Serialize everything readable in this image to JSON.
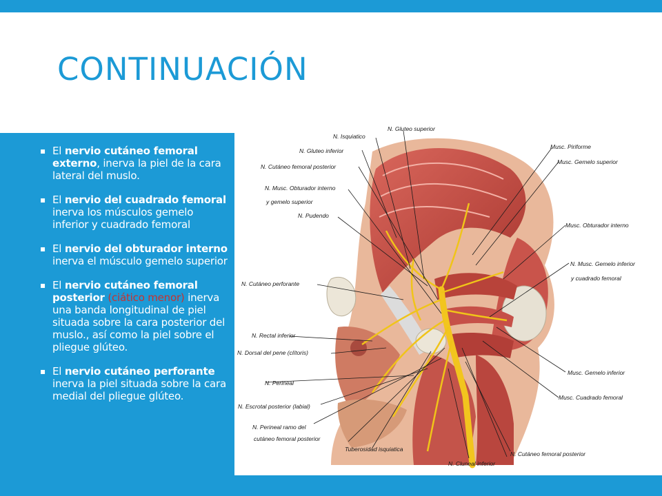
{
  "slide": {
    "title": "CONTINUACIÓN",
    "accent_color": "#1c9ad6",
    "bullet_glyph": "▪",
    "bullets": [
      {
        "parts": [
          {
            "text": "El "
          },
          {
            "text": "nervio cutáneo femoral externo",
            "bold": true
          },
          {
            "text": ", inerva la piel de la cara lateral del muslo."
          }
        ]
      },
      {
        "parts": [
          {
            "text": "El "
          },
          {
            "text": "nervio del cuadrado femoral",
            "bold": true
          },
          {
            "text": " inerva los músculos gemelo inferior y cuadrado femoral"
          }
        ]
      },
      {
        "parts": [
          {
            "text": "El "
          },
          {
            "text": "nervio del obturador interno",
            "bold": true
          },
          {
            "text": " inerva el músculo gemelo superior"
          }
        ]
      },
      {
        "parts": [
          {
            "text": "El "
          },
          {
            "text": "nervio cutáneo femoral posterior",
            "bold": true
          },
          {
            "text": " "
          },
          {
            "text": "(ciático menor)",
            "color": "red"
          },
          {
            "text": " inerva una banda longitudinal de piel situada sobre la cara posterior del muslo., así como la piel sobre el pliegue glúteo."
          }
        ]
      },
      {
        "parts": [
          {
            "text": "El "
          },
          {
            "text": "nervio cutáneo perforante",
            "bold": true
          },
          {
            "text": " inerva la piel situada sobre la cara medial del pliegue glúteo."
          }
        ]
      }
    ]
  },
  "figure": {
    "labels": [
      "N. Gluteo superior",
      "N. Isquiatico",
      "N. Gluteo inferior",
      "N. Cutáneo femoral posterior",
      "N. Musc. Obturador interno",
      "y gemelo superior",
      "N. Pudendo",
      "N. Cutáneo perforante",
      "N. Rectal inferior",
      "N. Dorsal del pene (clítoris)",
      "N. Perineal",
      "N. Escrotal posterior (labial)",
      "N. Perineal ramo del",
      "cutáneo femoral posterior",
      "Tuberosidad isquiatica",
      "N. Cluneal inferior",
      "N. Cutáneo femoral posterior",
      "Musc. Cuadrado femoral",
      "Musc. Gemelo inferior",
      "y cuadrado femoral",
      "N. Musc. Gemelo inferior",
      "Musc. Obturador interno",
      "Musc. Gemelo superior",
      "Musc. Piriforme"
    ]
  }
}
